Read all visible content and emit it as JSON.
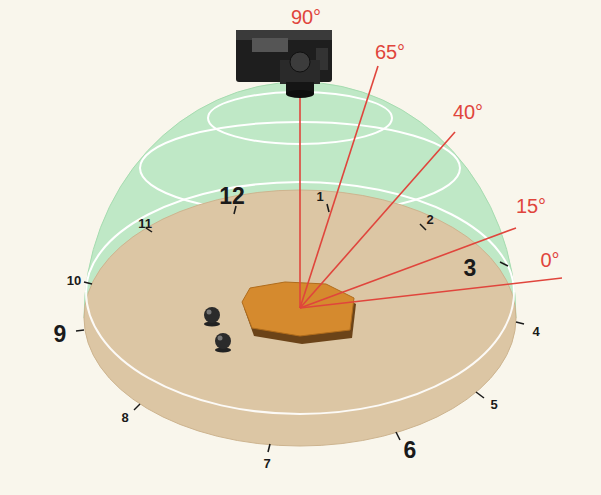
{
  "diagram": {
    "labels": [
      "90°",
      "65°",
      "40°",
      "15°",
      "0°",
      "12",
      "1",
      "2",
      "3",
      "4",
      "5",
      "6",
      "7",
      "8",
      "9",
      "10",
      "11"
    ]
  }
}
